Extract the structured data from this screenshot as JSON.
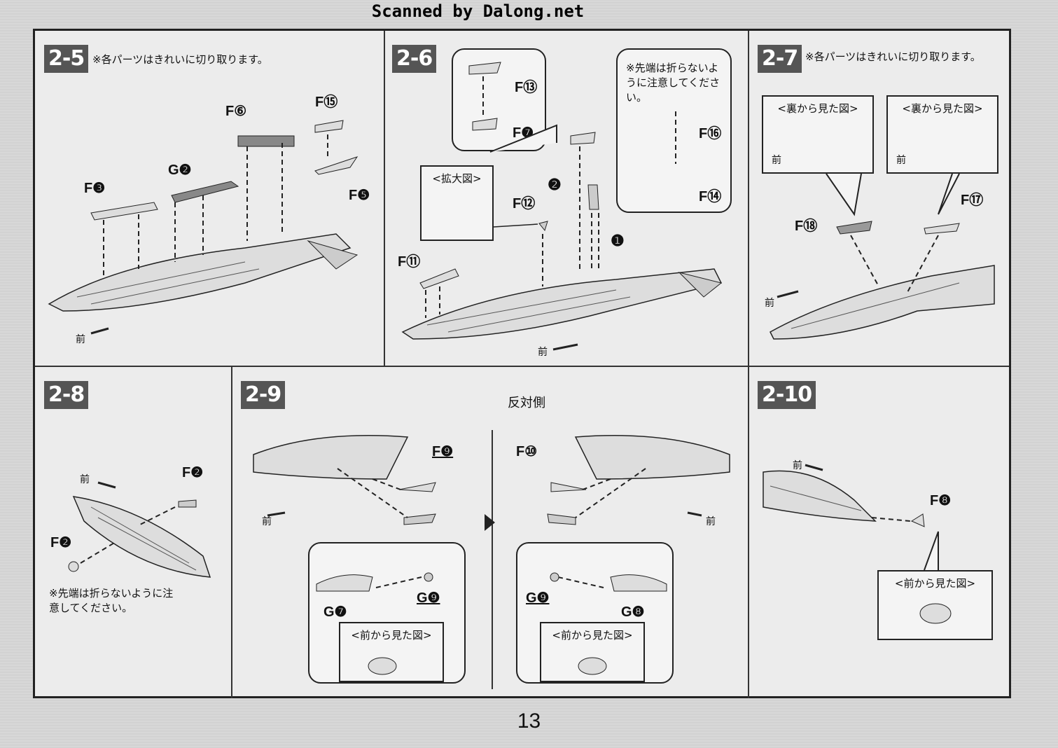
{
  "header": {
    "scan_credit": "Scanned by Dalong.net"
  },
  "page": {
    "number": "13"
  },
  "steps": [
    {
      "id": "2-5",
      "note": "※各パーツはきれいに切り取ります。",
      "parts": [
        "F⑮",
        "F⑥",
        "G❷",
        "F❸",
        "F❺"
      ],
      "front": "前"
    },
    {
      "id": "2-6",
      "parts": [
        "F⑬",
        "F❼",
        "F⑫",
        "F⑪",
        "F⑯",
        "F⑭"
      ],
      "callouts": {
        "zoom": "<拡大図>",
        "tip_note": "※先端は折らないように注意してください。",
        "step_a": "❷",
        "step_b": "❶"
      },
      "front": "前"
    },
    {
      "id": "2-7",
      "note": "※各パーツはきれいに切り取ります。",
      "parts": [
        "F⑱",
        "F⑰"
      ],
      "views": [
        "<裏から見た図>",
        "<裏から見た図>"
      ],
      "front": "前"
    },
    {
      "id": "2-8",
      "parts": [
        "F❷",
        "F❷"
      ],
      "note": "※先端は折らないように注意してください。",
      "front": "前"
    },
    {
      "id": "2-9",
      "opposite": "反対側",
      "parts": [
        "F❾",
        "F⑩",
        "G❼",
        "G❾",
        "G❾",
        "G❽"
      ],
      "views": [
        "<前から見た図>",
        "<前から見た図>"
      ],
      "front": "前"
    },
    {
      "id": "2-10",
      "parts": [
        "F❽"
      ],
      "views": [
        "<前から見た図>"
      ],
      "front": "前"
    }
  ]
}
